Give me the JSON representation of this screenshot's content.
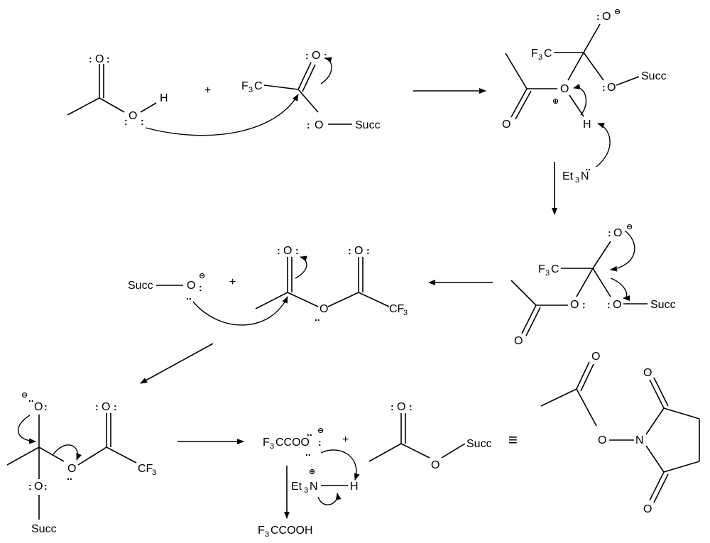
{
  "diagram": {
    "atoms": {
      "O": "O",
      "H": "H",
      "N": "N",
      "Succ": "Succ",
      "F3C_left": "F",
      "CF3_right": "CF",
      "three": "3",
      "Et": "Et",
      "FCCOO": "F",
      "CCOO": "CCOO",
      "CCOOH": "CCOOH"
    },
    "operators": {
      "plus": "+",
      "equiv": "≡"
    },
    "charges": {
      "minus": "⊖",
      "plus": "⊕"
    },
    "lone_pairs": {
      "pair": ":",
      "dots2": ".."
    }
  }
}
